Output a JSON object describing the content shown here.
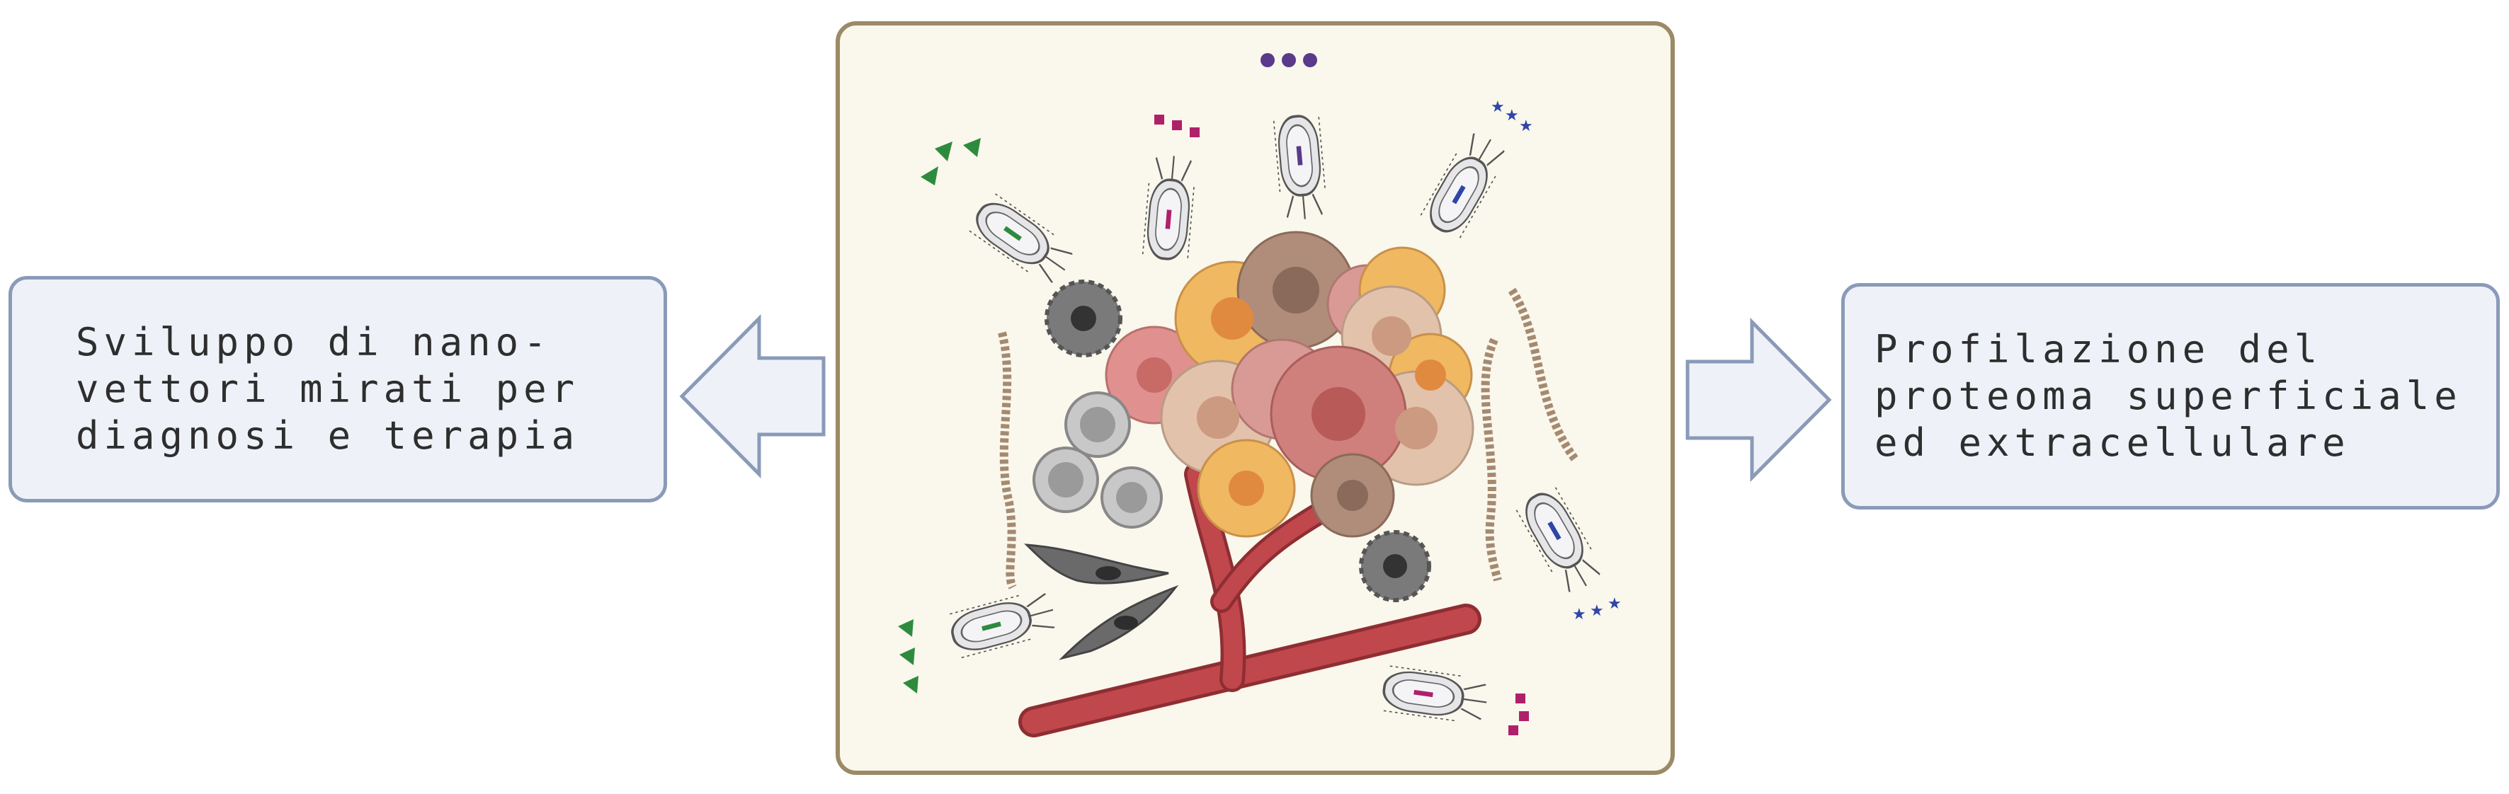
{
  "left_box": {
    "lines": [
      "Sviluppo di nano-",
      "vettori mirati per",
      "diagnosi e terapia"
    ]
  },
  "right_box": {
    "lines": [
      "Profilazione del",
      "proteoma superficiale",
      "ed extracellulare"
    ]
  },
  "colors": {
    "box_fill": "#eef2f8",
    "box_border": "#8a9ab8",
    "frame_fill": "#faf7ec",
    "frame_border": "#9b8a66",
    "vessel": "#b8464a",
    "tumor_orange": "#f0b860",
    "tumor_pink": "#d99a96",
    "tumor_beige": "#e2c2aa",
    "immune_cell_gray": "#6a6a6a",
    "phage_body": "#e8e8ea",
    "ligand_green": "#2e8b3e",
    "ligand_magenta": "#b0206a",
    "ligand_purple": "#5a3a8a",
    "ligand_blue": "#2e46a8"
  },
  "icons": {
    "left_arrow": "arrow-left-icon",
    "right_arrow": "arrow-right-icon",
    "scene": "tumor-microenvironment-illustration"
  }
}
